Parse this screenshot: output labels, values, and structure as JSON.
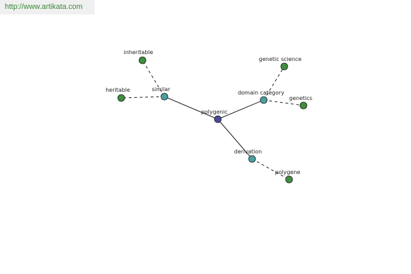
{
  "header": {
    "url": "http://www.artikata.com"
  },
  "graph": {
    "center": {
      "id": "polygenic",
      "label": "polygenic"
    },
    "nodes": [
      {
        "id": "polygenic",
        "label": "polygenic",
        "kind": "root"
      },
      {
        "id": "similar",
        "label": "similar",
        "kind": "relation"
      },
      {
        "id": "domain-category",
        "label": "domain category",
        "kind": "relation"
      },
      {
        "id": "derivation",
        "label": "derivation",
        "kind": "relation"
      },
      {
        "id": "inheritable",
        "label": "inheritable",
        "kind": "word"
      },
      {
        "id": "heritable",
        "label": "heritable",
        "kind": "word"
      },
      {
        "id": "genetic-science",
        "label": "genetic science",
        "kind": "word"
      },
      {
        "id": "genetics",
        "label": "genetics",
        "kind": "word"
      },
      {
        "id": "polygene",
        "label": "polygene",
        "kind": "word"
      }
    ],
    "edges": [
      {
        "from": "polygenic",
        "to": "similar",
        "style": "solid"
      },
      {
        "from": "polygenic",
        "to": "domain-category",
        "style": "solid"
      },
      {
        "from": "polygenic",
        "to": "derivation",
        "style": "solid"
      },
      {
        "from": "similar",
        "to": "inheritable",
        "style": "dashed"
      },
      {
        "from": "similar",
        "to": "heritable",
        "style": "dashed"
      },
      {
        "from": "domain-category",
        "to": "genetic-science",
        "style": "dashed"
      },
      {
        "from": "domain-category",
        "to": "genetics",
        "style": "dashed"
      },
      {
        "from": "derivation",
        "to": "polygene",
        "style": "dashed"
      }
    ]
  },
  "colors": {
    "root": "#4a4aa0",
    "relation": "#4aa0a0",
    "word": "#3f8f3f",
    "stroke": "#1a1a1a",
    "url_text": "#3c8a3c",
    "url_bar": "#f0f0f0"
  }
}
